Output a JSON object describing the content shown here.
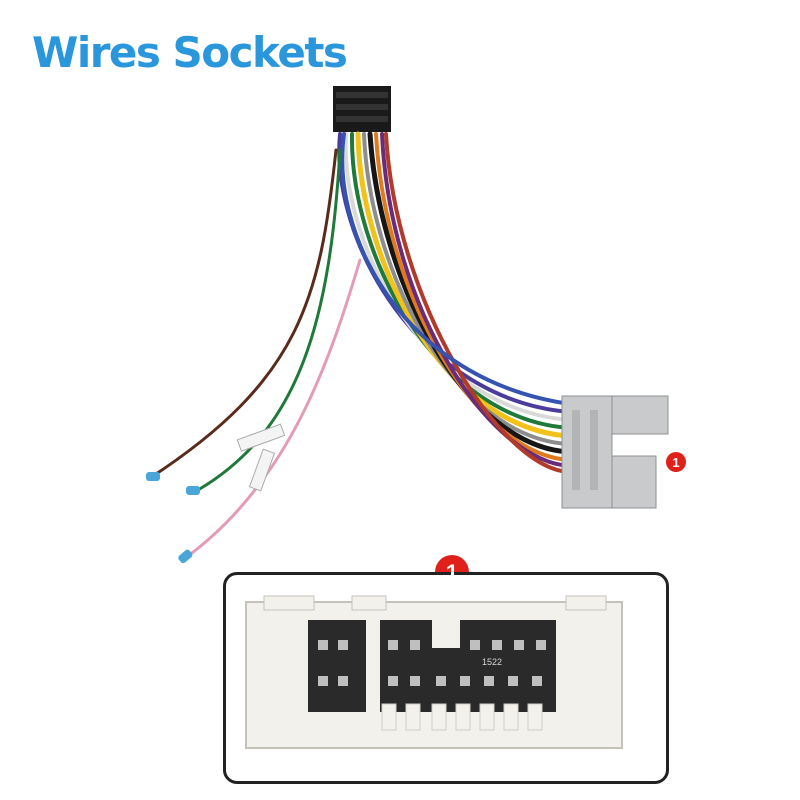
{
  "title": "Wires Sockets",
  "callouts": [
    {
      "label": "1"
    },
    {
      "label": "1"
    }
  ],
  "connector_marking": "1522",
  "colors": {
    "title": "#2a96dc",
    "badge": "#e0201b",
    "connector_grey": "#c9cacc",
    "connector_white": "#f3f1ec"
  }
}
